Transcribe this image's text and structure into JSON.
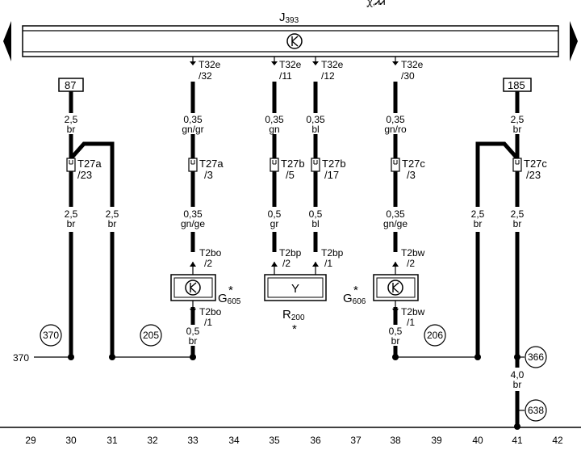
{
  "module": {
    "name": "J",
    "sub": "393",
    "icon": "clock-icon",
    "partial_top_text": "ꭕ,ᏗᏗ"
  },
  "connectors": {
    "c32": {
      "a": "T32e",
      "b": "/32"
    },
    "c11": {
      "a": "T32e",
      "b": "/11"
    },
    "c12": {
      "a": "T32e",
      "b": "/12"
    },
    "c30": {
      "a": "T32e",
      "b": "/30"
    }
  },
  "fuses": {
    "left": "87",
    "right": "185"
  },
  "wires": {
    "w30a": {
      "size": "2,5",
      "color": "br"
    },
    "w33a": {
      "size": "0,35",
      "color": "gn/gr"
    },
    "w35a": {
      "size": "0,35",
      "color": "gn"
    },
    "w36a": {
      "size": "0,35",
      "color": "bl"
    },
    "w38a": {
      "size": "0,35",
      "color": "gn/ro"
    },
    "w41a": {
      "size": "2,5",
      "color": "br"
    },
    "w30b": {
      "size": "2,5",
      "color": "br"
    },
    "w31b": {
      "size": "2,5",
      "color": "br"
    },
    "w33b": {
      "size": "0,35",
      "color": "gn/ge"
    },
    "w35b": {
      "size": "0,5",
      "color": "gr"
    },
    "w36b": {
      "size": "0,5",
      "color": "bl"
    },
    "w38b": {
      "size": "0,35",
      "color": "gn/ge"
    },
    "w40b": {
      "size": "2,5",
      "color": "br"
    },
    "w41b": {
      "size": "2,5",
      "color": "br"
    },
    "w33c": {
      "size": "0,5",
      "color": "br"
    },
    "w38c": {
      "size": "0,5",
      "color": "br"
    },
    "w41c": {
      "size": "4,0",
      "color": "br"
    }
  },
  "connector_pins": {
    "t27a_23": {
      "a": "T27a",
      "b": "/23"
    },
    "t27a_3": {
      "a": "T27a",
      "b": "/3"
    },
    "t27b_5": {
      "a": "T27b",
      "b": "/5"
    },
    "t27b_17": {
      "a": "T27b",
      "b": "/17"
    },
    "t27c_3": {
      "a": "T27c",
      "b": "/3"
    },
    "t27c_23": {
      "a": "T27c",
      "b": "/23"
    }
  },
  "plugs": {
    "t2bo_2": {
      "a": "T2bo",
      "b": "/2"
    },
    "t2bp_2": {
      "a": "T2bp",
      "b": "/2"
    },
    "t2bp_1": {
      "a": "T2bp",
      "b": "/1"
    },
    "t2bw_2": {
      "a": "T2bw",
      "b": "/2"
    },
    "t2bo_1": {
      "a": "T2bo",
      "b": "/1"
    },
    "t2bw_1": {
      "a": "T2bw",
      "b": "/1"
    }
  },
  "components": {
    "g605": {
      "name": "G",
      "sub": "605",
      "star": "*",
      "icon": "clock-icon"
    },
    "g606": {
      "name": "G",
      "sub": "606",
      "star": "*",
      "icon": "clock-icon"
    },
    "r200": {
      "name": "R",
      "sub": "200",
      "star": "*",
      "symbol": "Y"
    }
  },
  "references": {
    "r370": "370",
    "r205": "205",
    "r206": "206",
    "r366": "366",
    "r638": "638",
    "line370": "370"
  },
  "bottom_scale": [
    "29",
    "30",
    "31",
    "32",
    "33",
    "34",
    "35",
    "36",
    "37",
    "38",
    "39",
    "40",
    "41",
    "42"
  ]
}
